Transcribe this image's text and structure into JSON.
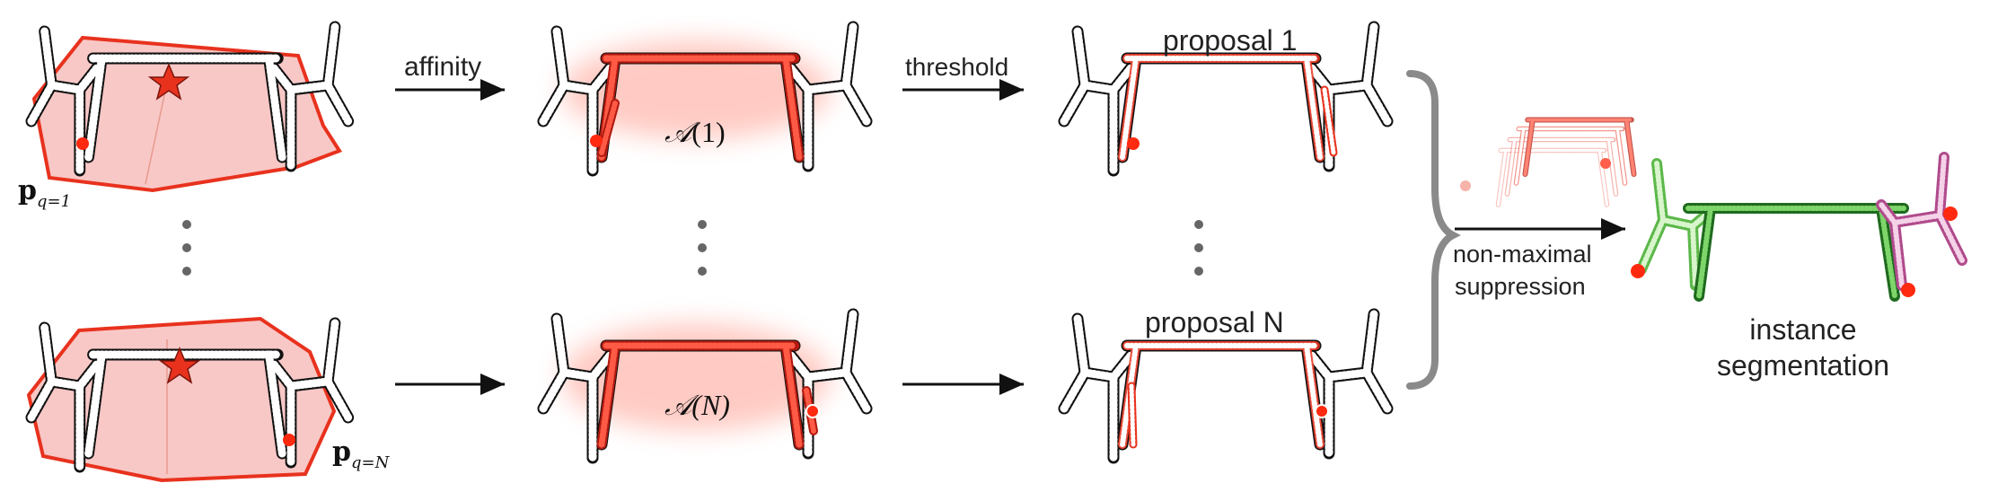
{
  "labels": {
    "affinity": "affinity",
    "threshold": "threshold",
    "nms_line1": "non-maximal",
    "nms_line2": "suppression",
    "proposal_1": "proposal 1",
    "proposal_n": "proposal N",
    "instance_line1": "instance",
    "instance_line2": "segmentation"
  },
  "math": {
    "p_base": "p",
    "p_sub_top": "q=1",
    "p_sub_bottom": "q=N",
    "affinity_a": "𝒜",
    "affinity_1_arg": "(1)",
    "affinity_n_arg": "(N)"
  },
  "colors": {
    "red": "#e8321e",
    "pink_fill": "#f8c8c6",
    "glow": "#ff6a55",
    "green_dark": "#2d8a2d",
    "green_light": "#7fd36a",
    "magenta": "#c05a9a",
    "bracket": "#8a8a8a"
  }
}
